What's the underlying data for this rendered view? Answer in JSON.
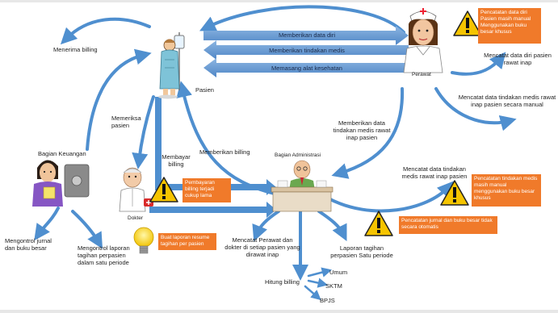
{
  "labels": {
    "menerima_billing": "Menerima billing",
    "pasien": "Pasien",
    "perawat": "Perawat",
    "memberikan_data_diri": "Memberikan data diri",
    "memberikan_tindakan_medis": "Memberikan tindakan medis",
    "memasang_alat": "Memasang alat kesehatan",
    "mencatat_data_diri": "Mencatat data diri pasien rawat inap",
    "mencatat_tindakan_manual": "Mencatat data tindakan medis rawat inap pasien secara manual",
    "memeriksa_pasien": "Memeriksa pasien",
    "membayar_billing": "Membayar billing",
    "memberikan_billing": "Memberikan billing",
    "memberikan_data_tindakan": "Memberikan data tindakan medis rawat inap pasien",
    "bagian_keuangan": "Bagian Keuangan",
    "bagian_administrasi": "Bagian Administrasi",
    "dokter": "Dokter",
    "mencatat_tindakan_2": "Mencatat data tindakan medis rawat inap pasien",
    "mengontrol_jurnal": "Mengontrol jurnal dan buku besar",
    "mengontrol_laporan": "Mengontrol laporan tagihan perpasien dalam satu periode",
    "mencatat_perawat_dokter": "Mencatat Perawat dan dokter di setiap pasien yang dirawat inap",
    "laporan_tagihan": "Laporan tagihan perpasien Satu periode",
    "hitung_billing": "Hitung billing",
    "umum": "Umum",
    "sktm": "SKTM",
    "bpjs": "BPJS"
  },
  "notes": {
    "perawat_note": "Pencatatan data diri Pasien masih manual Menggunakan buku besar khusus",
    "pembayaran_note": "Pembayaran billing terjadi cukup lama",
    "laporan_note": "Buat laporan resume tagihan per pasien",
    "tindakan_note": "Pencatatan tindakan medis masih manual menggunakan buku besar khusus",
    "jurnal_note": "Pencatatan jurnal dan buku besar tidak secara otomatis"
  },
  "colors": {
    "arrow": "#4f8fcf",
    "band": "#6f9fd4",
    "note": "#f07a2a",
    "warning": "#f5c400"
  }
}
